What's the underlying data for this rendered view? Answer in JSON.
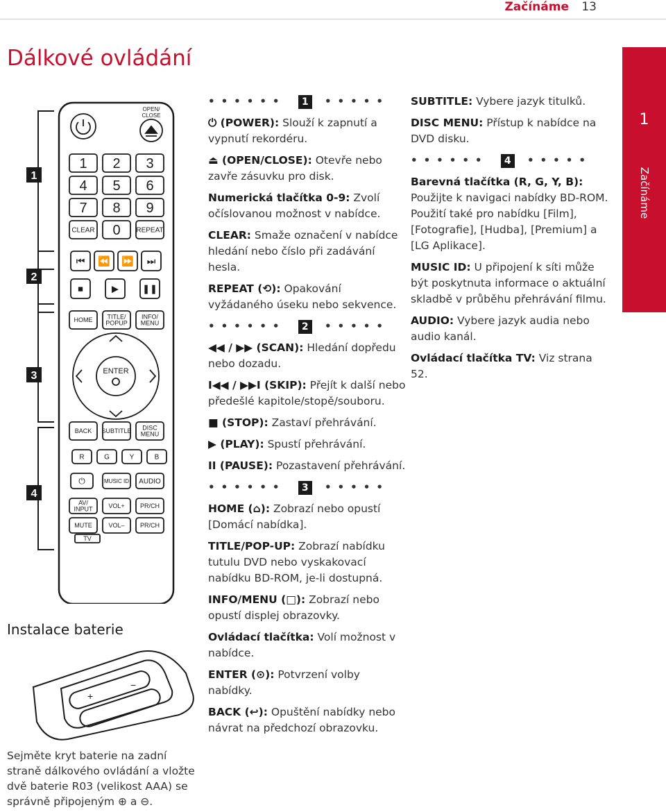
{
  "header": {
    "section": "Začínáme",
    "page": "13"
  },
  "page_title": "Dálkové ovládání",
  "tab": {
    "number": "1",
    "label": "Začínáme"
  },
  "sections": [
    {
      "marker": "1",
      "items": [
        {
          "term": "⏻ (POWER):",
          "desc": " Slouží k zapnutí a vypnutí rekordéru."
        },
        {
          "term": "⏏ (OPEN/CLOSE):",
          "desc": " Otevře nebo zavře zásuvku pro disk."
        },
        {
          "term": "Numerická tlačítka 0-9:",
          "desc": " Zvolí očíslovanou možnost v nabídce."
        },
        {
          "term": "CLEAR:",
          "desc": " Smaže označení v nabídce hledání nebo číslo při zadávání hesla."
        },
        {
          "term": "REPEAT (⟲):",
          "desc": " Opakování vyžádaného úseku nebo sekvence."
        }
      ]
    },
    {
      "marker": "2",
      "items": [
        {
          "term": "◀◀ / ▶▶ (SCAN):",
          "desc": " Hledání dopředu nebo dozadu."
        },
        {
          "term": "I◀◀ / ▶▶I (SKIP):",
          "desc": " Přejít k další nebo předešlé kapitole/stopě/souboru."
        },
        {
          "term": "■ (STOP):",
          "desc": " Zastaví přehrávání."
        },
        {
          "term": "▶ (PLAY):",
          "desc": " Spustí přehrávání."
        },
        {
          "term": "II (PAUSE):",
          "desc": " Pozastavení přehrávání."
        }
      ]
    },
    {
      "marker": "3",
      "items": [
        {
          "term": "HOME (⌂):",
          "desc": " Zobrazí nebo opustí [Domácí nabídka]."
        },
        {
          "term": "TITLE/POP-UP:",
          "desc": " Zobrazí nabídku tutulu DVD nebo vyskakovací nabídku BD-ROM, je-li dostupná."
        },
        {
          "term": "INFO/MENU (□):",
          "desc": " Zobrazí nebo opustí displej obrazovky."
        },
        {
          "term": "Ovládací tlačítka:",
          "desc": " Volí možnost v nabídce."
        },
        {
          "term": "ENTER (⊙):",
          "desc": " Potvrzení volby nabídky."
        },
        {
          "term": "BACK (↩):",
          "desc": " Opuštění nabídky nebo návrat na předchozí obrazovku."
        }
      ]
    }
  ],
  "right_top": [
    {
      "term": "SUBTITLE:",
      "desc": " Vybere jazyk titulků."
    },
    {
      "term": "DISC MENU:",
      "desc": " Přístup k nabídce na DVD disku."
    }
  ],
  "section4": {
    "marker": "4",
    "items": [
      {
        "term": "Barevná tlačítka (R, G, Y, B):",
        "desc": " Použijte k navigaci nabídky BD-ROM. Použití také pro nabídku [Film], [Fotografie], [Hudba], [Premium] a [LG Aplikace]."
      },
      {
        "term": "MUSIC ID:",
        "desc": " U připojení k síti může být poskytnuta informace o aktuální skladbě v průběhu přehrávání filmu."
      },
      {
        "term": "AUDIO:",
        "desc": " Vybere jazyk audia nebo audio kanál."
      },
      {
        "term": "Ovládací tlačítka TV:",
        "desc": " Viz strana 52."
      }
    ]
  },
  "battery": {
    "title": "Instalace baterie",
    "text": "Sejměte kryt baterie na zadní straně dálkového ovládání a vložte dvě baterie R03 (velikost AAA) se správně připojeným ⊕ a ⊖."
  },
  "remote": {
    "bracket_labels": [
      "1",
      "2",
      "3",
      "4"
    ],
    "open_close_label": "OPEN/\nCLOSE",
    "numpad": [
      "1",
      "2",
      "3",
      "4",
      "5",
      "6",
      "7",
      "8",
      "9",
      "CLEAR",
      "0",
      "REPEAT"
    ],
    "row_home": [
      "HOME",
      "TITLE/\nPOPUP",
      "INFO/\nMENU"
    ],
    "enter": "ENTER",
    "row_back": [
      "BACK",
      "SUBTITLE",
      "DISC\nMENU"
    ],
    "colors": [
      "R",
      "G",
      "Y",
      "B"
    ],
    "row_music": [
      "MUSIC ID",
      "AUDIO"
    ],
    "row_vol": [
      "AV/\nINPUT",
      "VOL+",
      "PR/CH"
    ],
    "row_mute": [
      "MUTE",
      "VOL–",
      "PR/CH"
    ],
    "tv": "TV"
  },
  "colors": {
    "accent": "#c8102e",
    "text": "#333333"
  }
}
